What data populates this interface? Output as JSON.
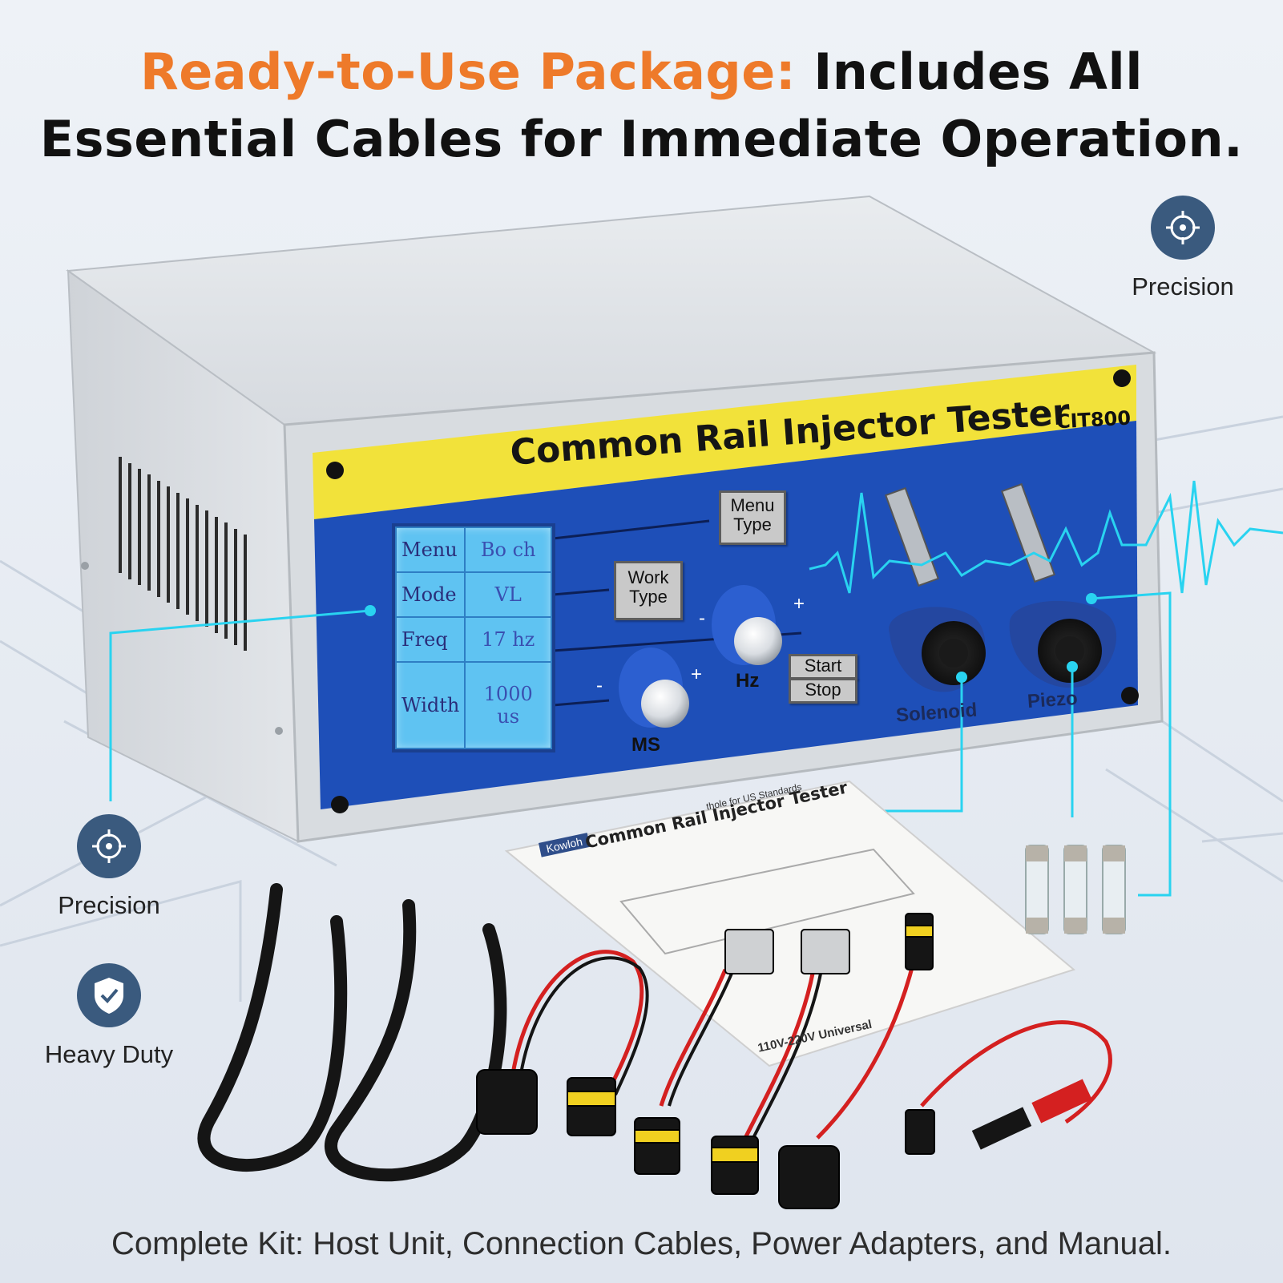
{
  "headline": {
    "accent": "Ready-to-Use Package:",
    "rest_line1": " Includes All",
    "line2": "Essential Cables for Immediate Operation."
  },
  "footer": "Complete Kit: Host Unit, Connection Cables, Power Adapters, and Manual.",
  "badges": {
    "top_right": {
      "label": "Precision",
      "icon": "crosshair-icon"
    },
    "left_upper": {
      "label": "Precision",
      "icon": "crosshair-icon"
    },
    "left_lower": {
      "label": "Heavy Duty",
      "icon": "shield-check-icon"
    }
  },
  "device": {
    "title": "Common Rail Injector Tester",
    "model": "CIT800",
    "lcd": [
      {
        "label": "Menu",
        "value": "Bo ch"
      },
      {
        "label": "Mode",
        "value": "VL"
      },
      {
        "label": "Freq",
        "value": "17 hz"
      },
      {
        "label": "Width",
        "value": "1000 us"
      }
    ],
    "buttons": {
      "menu_type": "Menu Type",
      "work_type": "Work Type",
      "start": "Start",
      "stop": "Stop"
    },
    "knobs": {
      "ms_label": "MS",
      "hz_label": "Hz",
      "minus": "-",
      "plus": "+"
    },
    "ports": {
      "left": "Solenoid",
      "right": "Piezo"
    },
    "colors": {
      "panel_blue": "#1e4fb8",
      "banner_yellow": "#f2e23a",
      "accent_cyan": "#29d3f0"
    }
  },
  "manual": {
    "brand": "Kowloh",
    "title": "Common Rail Injector Tester",
    "top_note": "thole for US Standards",
    "voltage": "110V-220V Universal"
  }
}
